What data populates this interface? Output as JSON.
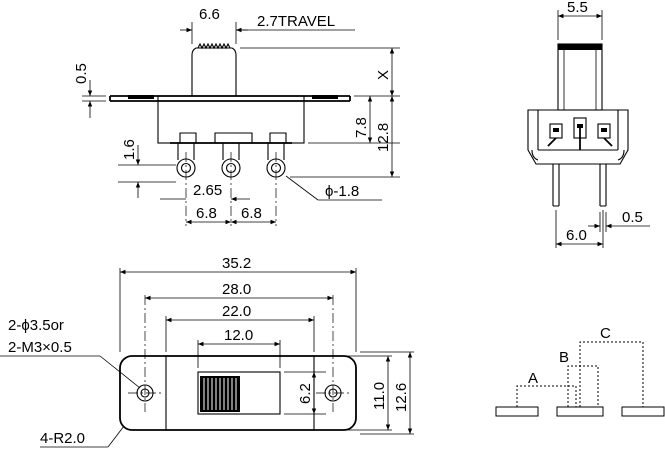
{
  "front_view": {
    "actuator_width": "6.6",
    "travel": "2.7TRAVEL",
    "plate_offset": "0.5",
    "actuator_height": "X",
    "body_height": "7.8",
    "overall_height": "12.8",
    "terminal_offset": "1.6",
    "terminal_spacing_half": "2.65",
    "terminal_hole": "ϕ-1.8",
    "pitch_left": "6.8",
    "pitch_right": "6.8"
  },
  "side_view": {
    "actuator_width": "5.5",
    "pin_width": "0.5",
    "pin_spacing": "6.0"
  },
  "top_view": {
    "plate_length": "35.2",
    "hole_pitch": "28.0",
    "body_length": "22.0",
    "slot_length": "12.0",
    "holes_note_line1": "2-ϕ3.5or",
    "holes_note_line2": "2-M3×0.5",
    "corner_radius_note": "4-R2.0",
    "slot_width": "6.2",
    "body_width": "11.0",
    "plate_width": "12.6"
  },
  "schematic": {
    "label_a": "A",
    "label_b": "B",
    "label_c": "C"
  }
}
